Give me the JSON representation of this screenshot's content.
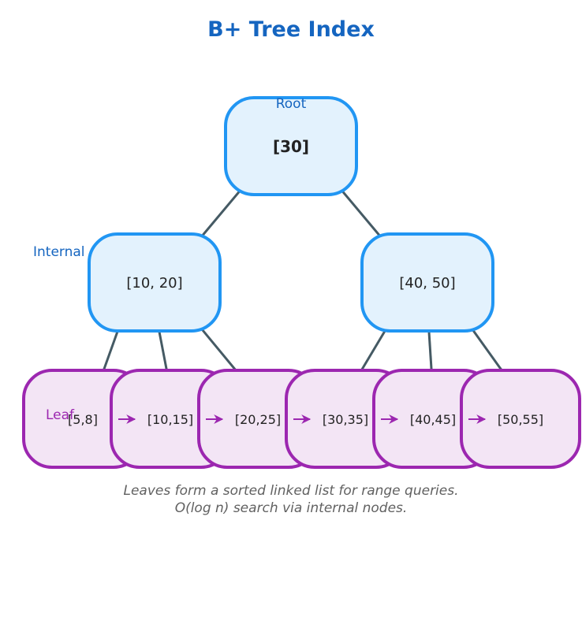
{
  "title": "B+ Tree Index",
  "colors": {
    "title": "#1565c0",
    "node_fill": "#e3f2fd",
    "node_stroke": "#2196f3",
    "leaf_fill": "#f3e5f5",
    "leaf_stroke": "#9c27b0",
    "edge": "#455a64",
    "link": "#9c27b0",
    "caption": "#616161",
    "text": "#222222"
  },
  "levels": {
    "root": "Root",
    "internal": "Internal",
    "leaf": "Leaf"
  },
  "root": {
    "keys": "[30]"
  },
  "internal_nodes": [
    {
      "keys": "[10, 20]"
    },
    {
      "keys": "[40, 50]"
    }
  ],
  "leaves": [
    {
      "keys": "[5,8]"
    },
    {
      "keys": "[10,15]"
    },
    {
      "keys": "[20,25]"
    },
    {
      "keys": "[30,35]"
    },
    {
      "keys": "[40,45]"
    },
    {
      "keys": "[50,55]"
    }
  ],
  "caption": {
    "line1": "Leaves form a sorted linked list for range queries.",
    "line2": "O(log n) search via internal nodes."
  }
}
